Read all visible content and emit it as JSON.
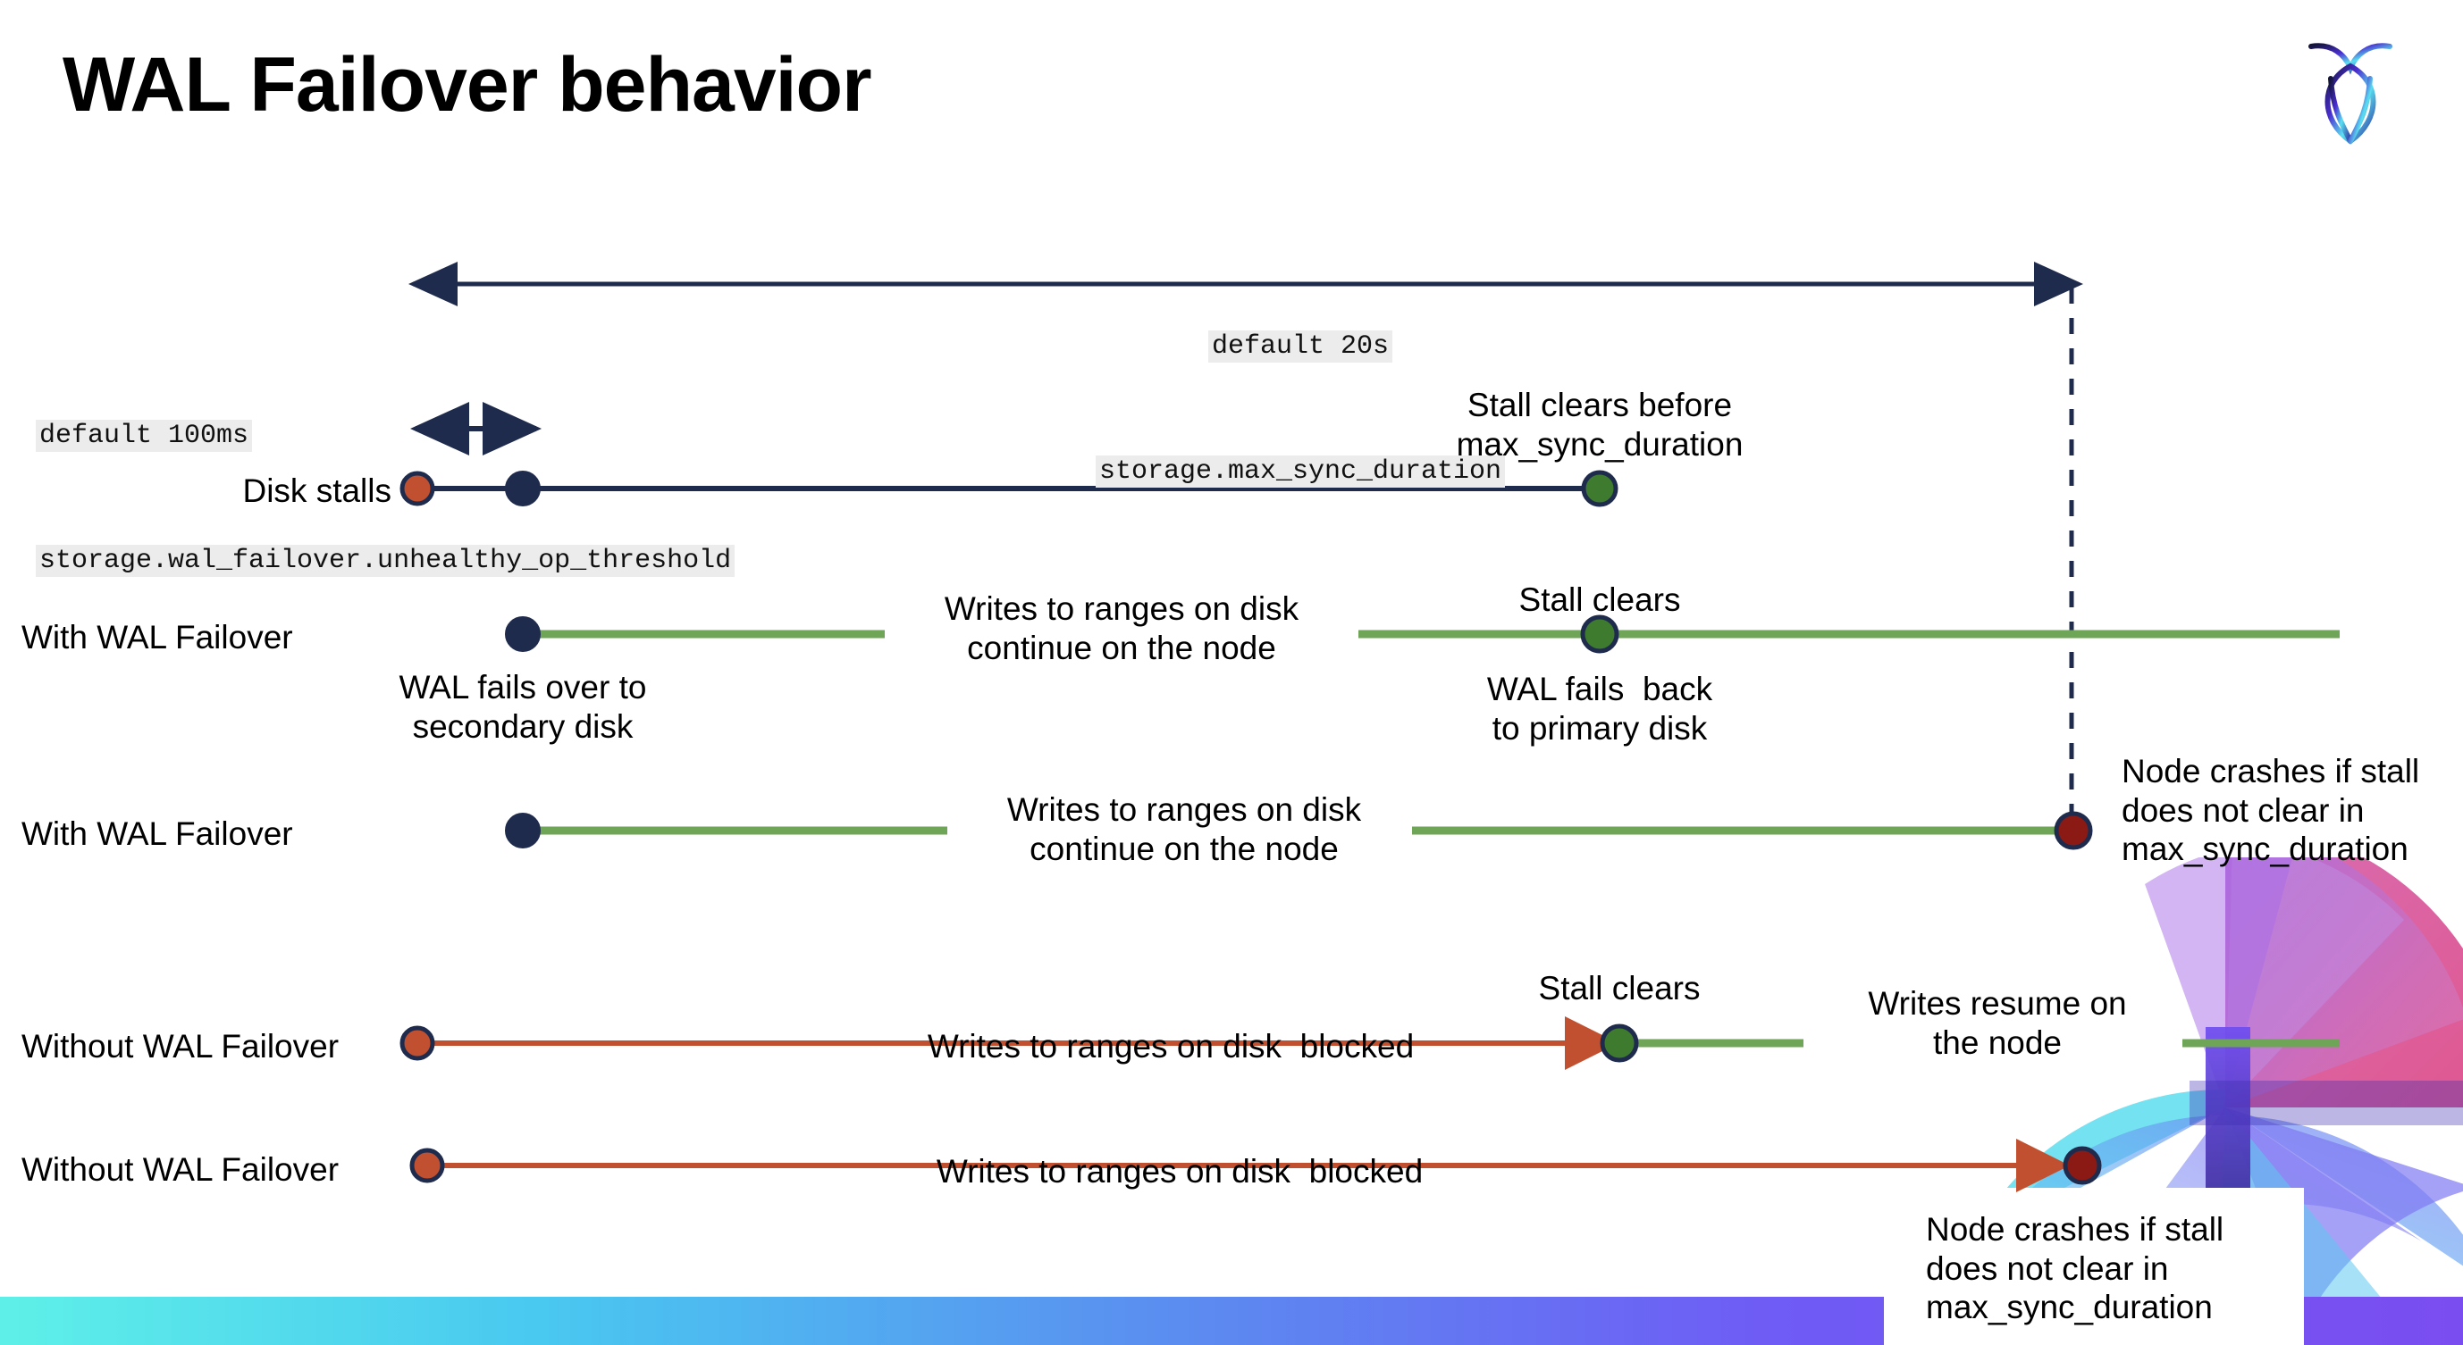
{
  "slide": {
    "title": "WAL Failover behavior",
    "logo_name": "cockroachdb-logo"
  },
  "settings": {
    "max_sync": {
      "default_label": "default 20s",
      "name_label": "storage.max_sync_duration"
    },
    "unhealthy_op": {
      "default_label": "default 100ms",
      "name_label": "storage.wal_failover.unhealthy_op_threshold"
    }
  },
  "rows": [
    {
      "id": "disk-stalls",
      "label": "Disk stalls",
      "annotations": [
        "Stall clears before\nmax_sync_duration"
      ]
    },
    {
      "id": "with-wal-failover-clears",
      "label": "With WAL Failover",
      "annotations": [
        "Writes to ranges on disk\ncontinue on the node",
        "Stall clears",
        "WAL fails over to\nsecondary disk",
        "WAL fails  back\nto primary disk"
      ]
    },
    {
      "id": "with-wal-failover-crash",
      "label": "With WAL Failover",
      "annotations": [
        "Writes to ranges on disk\ncontinue on the node",
        "Node crashes if stall\ndoes not clear in\nmax_sync_duration"
      ]
    },
    {
      "id": "without-wal-failover-clears",
      "label": "Without WAL Failover",
      "annotations": [
        "Writes to ranges on disk  blocked",
        "Stall clears",
        "Writes resume on\nthe node"
      ]
    },
    {
      "id": "without-wal-failover-crash",
      "label": "Without WAL Failover",
      "annotations": [
        "Writes to ranges on disk  blocked",
        "Node crashes if stall\ndoes not clear in\nmax_sync_duration"
      ]
    }
  ],
  "legend": {
    "stall_start_marker": "stall-start-dot",
    "failover_marker": "wal-failover-dot",
    "stall_clear_marker": "stall-clear-dot",
    "crash_marker": "node-crash-dot"
  },
  "colors": {
    "navy": "#1f2b4d",
    "red_orange": "#c0502f",
    "green_line": "#6fa557",
    "green_dot": "#3f7b2e",
    "dark_red": "#8b1a15",
    "code_bg": "#ececec",
    "text": "#000000"
  }
}
